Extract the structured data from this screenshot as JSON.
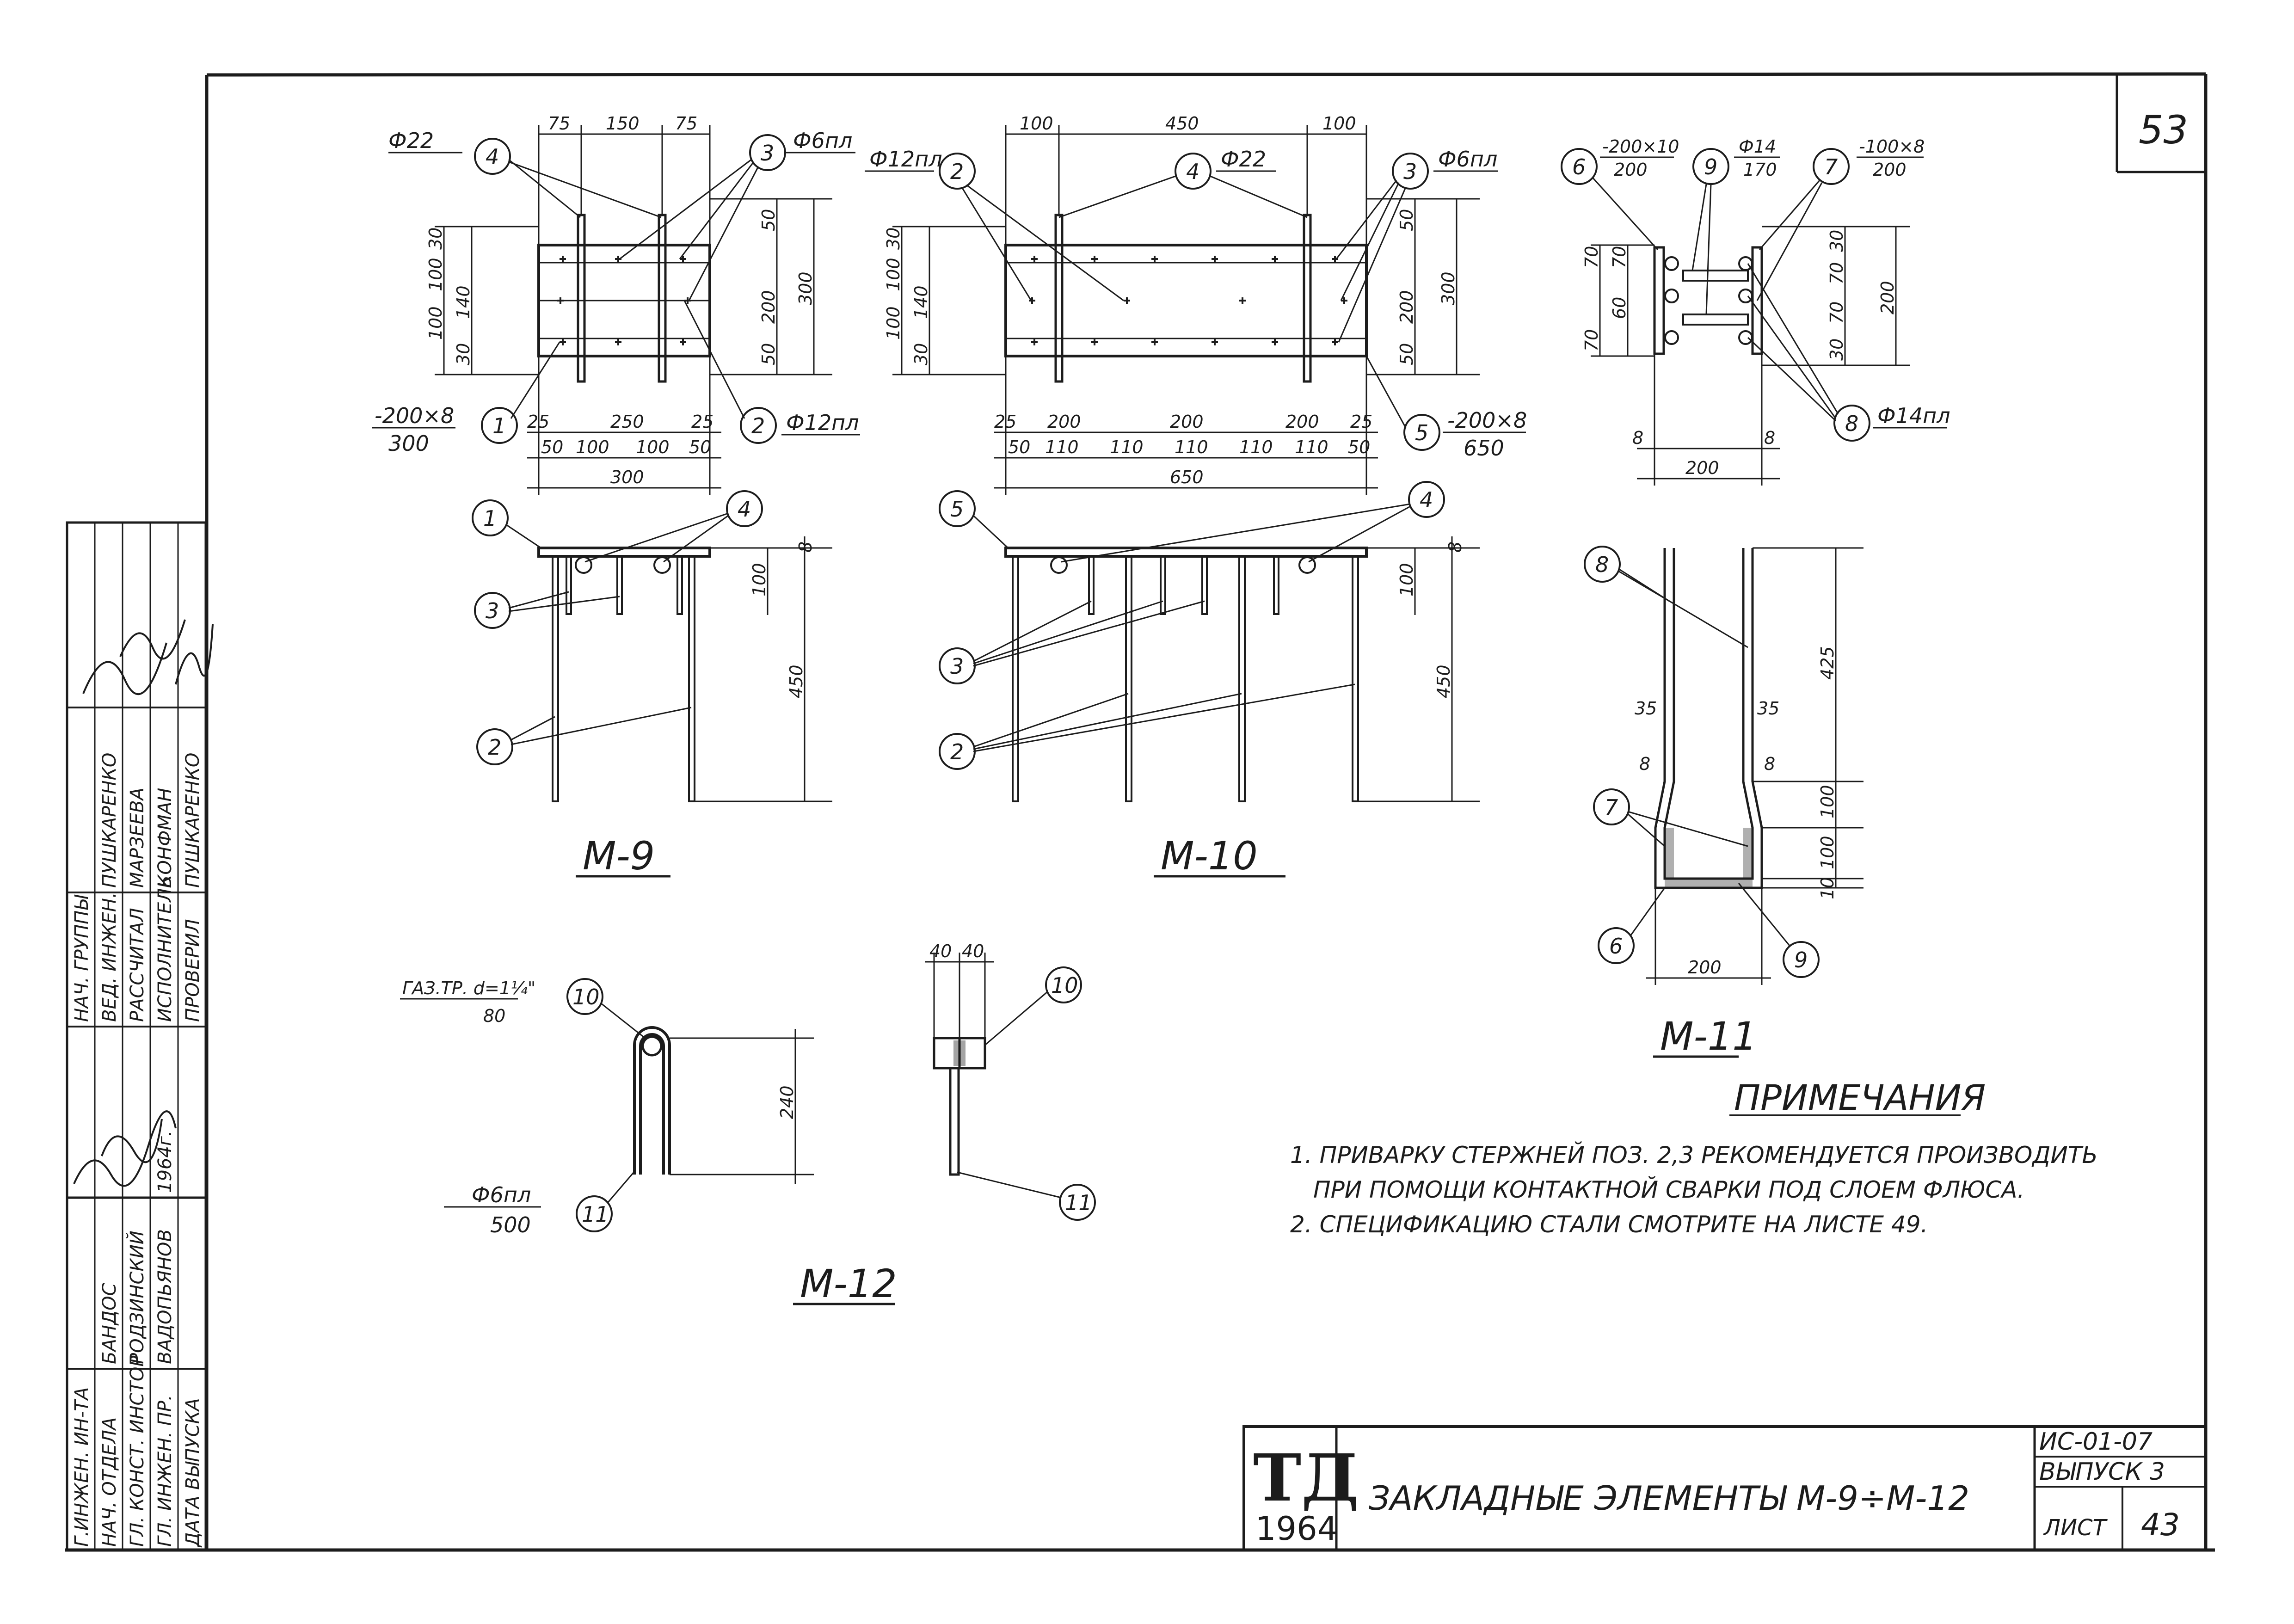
{
  "sheet_top_number": "53",
  "drawing_code": "ИС-01-07",
  "issue": "ВЫПУСК 3",
  "sheet_label": "ЛИСТ",
  "sheet_number": "43",
  "title": "ЗАКЛАДНЫЕ ЭЛЕМЕНТЫ М-9÷М-12",
  "logo": {
    "letters": "ТД",
    "year": "1964"
  },
  "notes": {
    "heading": "ПРИМЕЧАНИЯ",
    "line1": "1. ПРИВАРКУ СТЕРЖНЕЙ ПОЗ. 2,3 РЕКОМЕНДУЕТСЯ ПРОИЗВОДИТЬ",
    "line1b": "ПРИ ПОМОЩИ КОНТАКТНОЙ СВАРКИ ПОД СЛОЕМ ФЛЮСА.",
    "line2": "2. СПЕЦИФИКАЦИЮ СТАЛИ СМОТРИТЕ НА ЛИСТЕ 49."
  },
  "stamp": {
    "roles": [
      "Г.ИНЖЕН. ИН-ТА",
      "НАЧ. ОТДЕЛА",
      "ГЛ. КОНСТ. ИНСТОР",
      "ГЛ. ИНЖЕН. ПР.",
      "ДАТА ВЫПУСКА"
    ],
    "names": [
      "БАНДОС",
      "РОДЗИНСКИЙ",
      "ВАДОПЬЯНОВ"
    ],
    "date": "1964г.",
    "roles2": [
      "НАЧ. ГРУППЫ",
      "ВЕД. ИНЖЕН.",
      "РАССЧИТАЛ",
      "ИСПОЛНИТЕЛЬ",
      "ПРОВЕРИЛ"
    ],
    "names2": [
      "ПУШКАРЕНКО",
      "МАРЗЕЕВА",
      "КОНФМАН",
      "ПУШКАРЕНКО"
    ]
  },
  "m9": {
    "caption": "М-9",
    "top_dims": [
      "75",
      "150",
      "75"
    ],
    "bar4": "Ф22",
    "bar3": "Ф6пл",
    "bar2": "Ф12пл",
    "plate_num": "-200×8",
    "plate_den": "300",
    "left_dims": [
      "30",
      "100",
      "140",
      "100",
      "30"
    ],
    "right_dims": [
      "50",
      "200",
      "50",
      "300"
    ],
    "bottom_dims": [
      "25",
      "250",
      "25",
      "50",
      "100",
      "100",
      "50",
      "300"
    ],
    "height_dims": [
      "8",
      "100",
      "450"
    ],
    "tags": [
      "1",
      "2",
      "3",
      "4"
    ]
  },
  "m10": {
    "caption": "М-10",
    "top_dims": [
      "100",
      "450",
      "100"
    ],
    "bar2": "Ф12пл",
    "bar4": "Ф22",
    "bar3": "Ф6пл",
    "plate_num": "-200×8",
    "plate_den": "650",
    "left_dims": [
      "30",
      "100",
      "140",
      "100",
      "30"
    ],
    "right_dims": [
      "50",
      "200",
      "50",
      "300"
    ],
    "bottom_dims": [
      "25",
      "200",
      "200",
      "200",
      "25",
      "50",
      "110",
      "110",
      "110",
      "110",
      "110",
      "50",
      "650"
    ],
    "height_dims": [
      "8",
      "100",
      "450"
    ],
    "tags": [
      "2",
      "3",
      "4",
      "5"
    ]
  },
  "m11": {
    "caption": "М-11",
    "pl6_num": "-200×10",
    "pl6_den": "200",
    "bar9_num": "Ф14",
    "bar9_den": "170",
    "pl7_num": "-100×8",
    "pl7_den": "200",
    "bar8": "Ф14пл",
    "left_dims": [
      "70",
      "70",
      "60",
      "70"
    ],
    "right_dims": [
      "30",
      "70",
      "70",
      "30",
      "200"
    ],
    "width_dims": [
      "8",
      "8",
      "200"
    ],
    "elev_dims": [
      "425",
      "35",
      "35",
      "8",
      "8",
      "100",
      "100",
      "10",
      "200"
    ],
    "tags": [
      "6",
      "7",
      "8",
      "9"
    ]
  },
  "m12": {
    "caption": "М-12",
    "pipe_num": "ГАЗ.ТР. d=1¼\"",
    "pipe_den": "80",
    "bar11_num": "Ф6пл",
    "bar11_den": "500",
    "height": "240",
    "top_dims": [
      "40",
      "40"
    ],
    "tags": [
      "10",
      "11"
    ]
  }
}
